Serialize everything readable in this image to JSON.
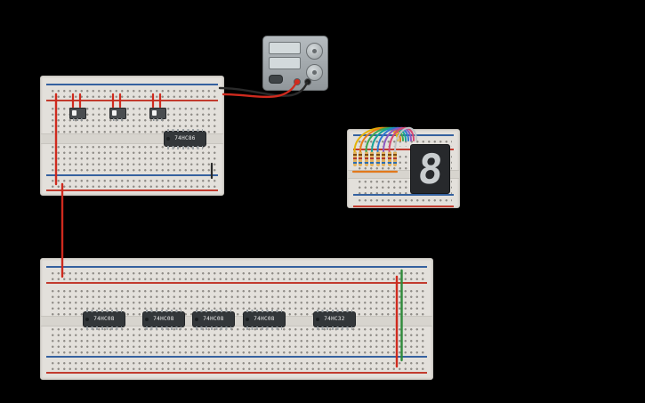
{
  "scene": {
    "background_color": "#000000"
  },
  "power_supply": {
    "voltage_display": "",
    "current_display": "",
    "body_color": "#a4aaae",
    "screen_color": "#d3dadc",
    "positive_terminal_color": "#d42b1e",
    "negative_terminal_color": "#1c1c1c"
  },
  "small_breadboard": {
    "chip": {
      "label": "74HC86"
    },
    "switch_count": 3
  },
  "large_breadboard": {
    "chips": [
      {
        "label": "74HC08"
      },
      {
        "label": "74HC08"
      },
      {
        "label": "74HC08"
      },
      {
        "label": "74HC08"
      },
      {
        "label": "74HC32"
      }
    ]
  },
  "display_board": {
    "seven_segment_value": "8",
    "digit_color": "#c9cdcf",
    "resistor_count": 8,
    "jumper_colors": [
      "#e3b307",
      "#e87f1a",
      "#3fa84f",
      "#17a398",
      "#3079d1",
      "#8f58c0",
      "#d44a74",
      "#bfc3c6"
    ]
  },
  "wires": {
    "positive": "#cf2a1e",
    "negative": "#2a2a2a",
    "green": "#2f8b3b",
    "orange": "#e2791c"
  }
}
